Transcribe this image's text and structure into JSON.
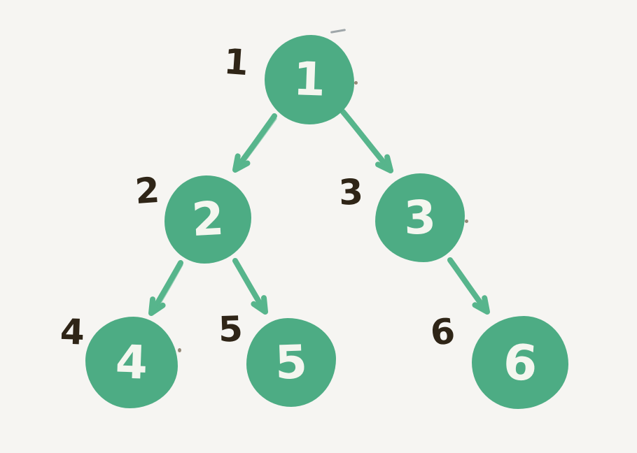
{
  "diagram": {
    "type": "binary-tree",
    "description": "Hand-drawn binary tree showing node numbering 1 to 6",
    "colors": {
      "background": "#f6f5f2",
      "node_fill": "#4dac84",
      "node_text": "#f4f6ef",
      "index_label": "#2f2517",
      "arrow": "#57b58c"
    },
    "nodes": [
      {
        "value": "1",
        "index_label": "1"
      },
      {
        "value": "2",
        "index_label": "2"
      },
      {
        "value": "3",
        "index_label": "3"
      },
      {
        "value": "4",
        "index_label": "4"
      },
      {
        "value": "5",
        "index_label": "5"
      },
      {
        "value": "6",
        "index_label": "6"
      }
    ],
    "edges": [
      {
        "from": "1",
        "to": "2",
        "side": "left"
      },
      {
        "from": "1",
        "to": "3",
        "side": "right"
      },
      {
        "from": "2",
        "to": "4",
        "side": "left"
      },
      {
        "from": "2",
        "to": "5",
        "side": "right"
      },
      {
        "from": "3",
        "to": "6",
        "side": "right"
      }
    ]
  }
}
